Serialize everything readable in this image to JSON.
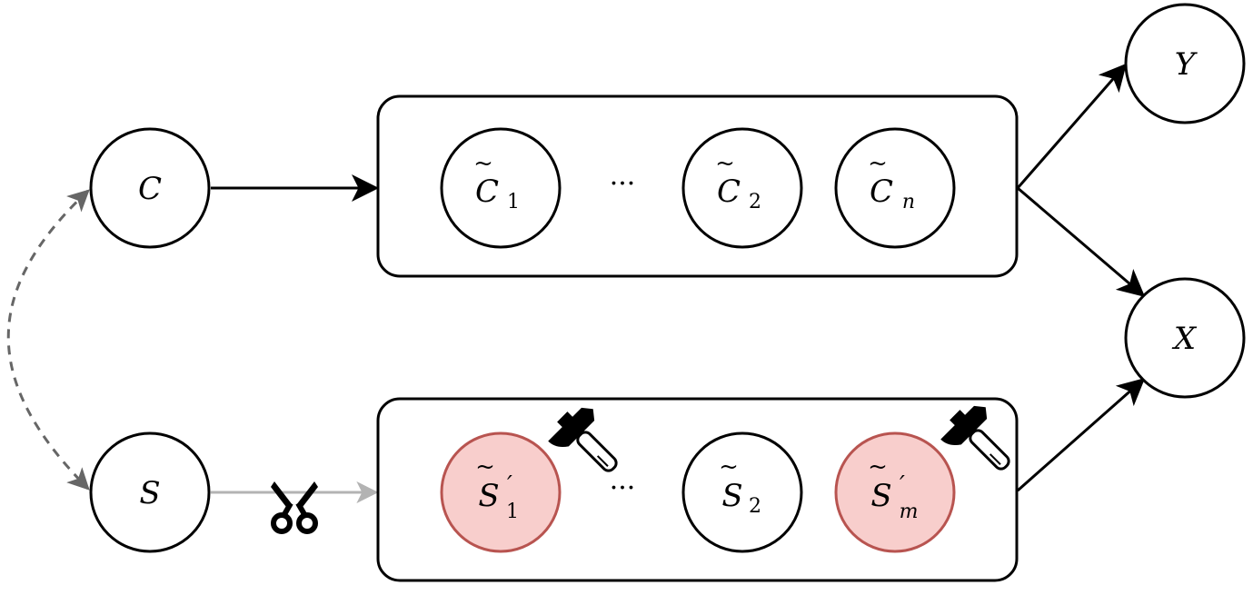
{
  "nodes": {
    "C": "C",
    "S": "S",
    "Y": "Y",
    "X": "X"
  },
  "causal_box": {
    "items": [
      {
        "base": "C",
        "sub": "1"
      },
      {
        "base": "C",
        "sub": "2"
      },
      {
        "base": "C",
        "sub": "n"
      }
    ],
    "ellipsis": "···"
  },
  "spurious_box": {
    "items": [
      {
        "base": "S",
        "sub": "1",
        "prime": "′",
        "modified": true
      },
      {
        "base": "S",
        "sub": "2",
        "prime": "",
        "modified": false
      },
      {
        "base": "S",
        "sub": "m",
        "prime": "′",
        "modified": true
      }
    ],
    "ellipsis": "···"
  },
  "icons": [
    "hammer-icon",
    "hammer-icon",
    "scissors-icon"
  ],
  "colors": {
    "modified_fill": "#f8cecc",
    "modified_stroke": "#b85450",
    "cut_edge": "#b3b3b3",
    "dashed_edge": "#666666"
  }
}
